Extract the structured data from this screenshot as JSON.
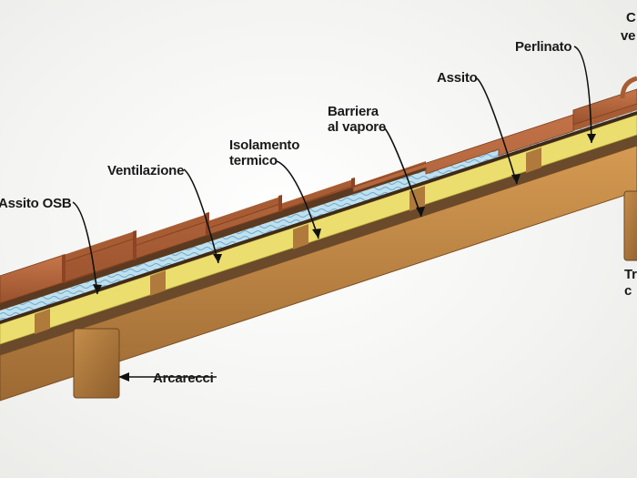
{
  "labels": {
    "assito_osb": "Assito OSB",
    "ventilazione": "Ventilazione",
    "isolamento_1": "Isolamento",
    "isolamento_2": "termico",
    "barriera_1": "Barriera",
    "barriera_2": "al vapore",
    "assito": "Assito",
    "perlinato": "Perlinato",
    "corner_top_1": "C",
    "corner_top_2": "ve",
    "corner_right_1": "Tr",
    "corner_right_2": "c",
    "arcarecci": "Arcarecci"
  },
  "colors": {
    "tile": "#b7663d",
    "tile_dark": "#8c4424",
    "ventilation": "#a9d3e6",
    "insulation": "#ecde6e",
    "osb": "#6e4325",
    "planks": "#c38a45",
    "purlin": "#b07a3c",
    "background": "#f4f4f2"
  }
}
